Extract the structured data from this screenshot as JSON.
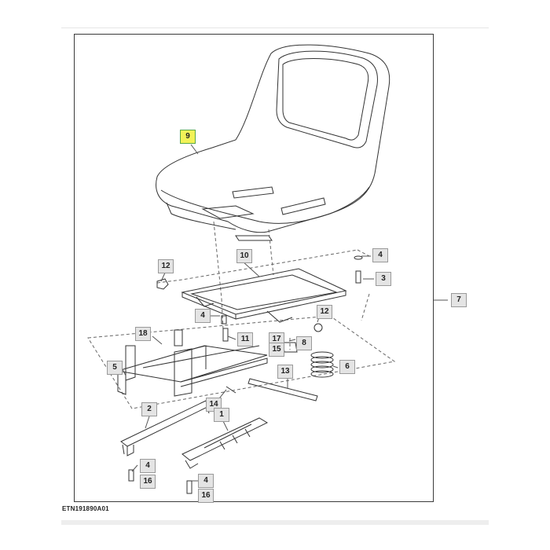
{
  "figure_id": "ETN191890A01",
  "assembly_callout": "7",
  "highlight_color": "#f2f257",
  "callouts": {
    "c9": "9",
    "c10": "10",
    "c12a": "12",
    "c4a": "4",
    "c3": "3",
    "c4b": "4",
    "c11": "11",
    "c12b": "12",
    "c18": "18",
    "c17": "17",
    "c8": "8",
    "c15": "15",
    "c5": "5",
    "c13": "13",
    "c6": "6",
    "c14": "14",
    "c2": "2",
    "c1": "1",
    "c4c": "4",
    "c16a": "16",
    "c4d": "4",
    "c16b": "16"
  }
}
